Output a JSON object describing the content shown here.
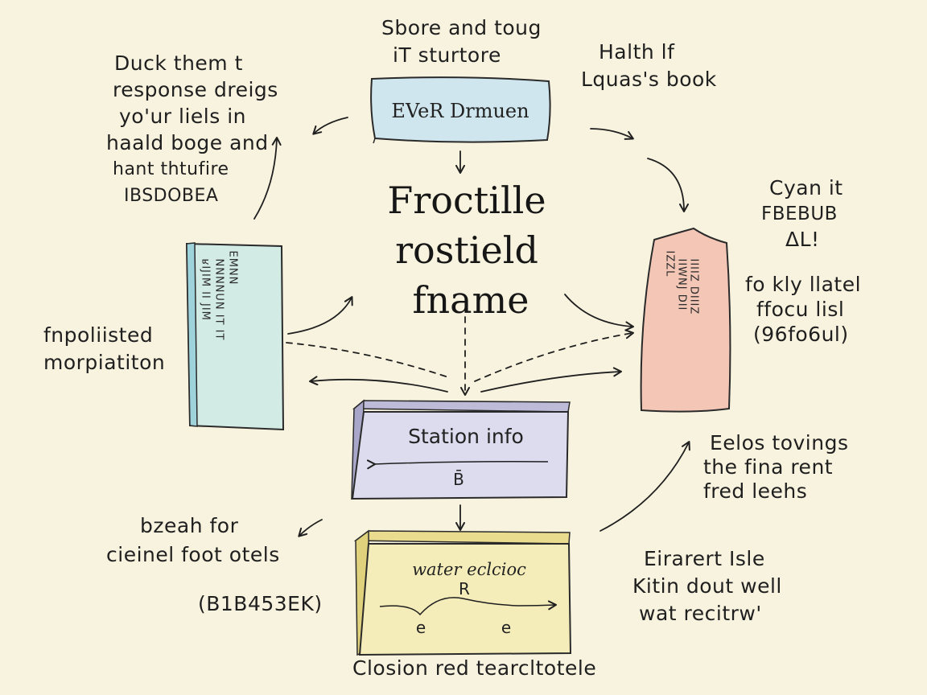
{
  "title_note": [
    "Sbore and toug",
    "iT sturtore"
  ],
  "top_right_note": [
    "Halth lf",
    "Lquas's book"
  ],
  "top_left_note": [
    "Duck them t",
    "response dreigs",
    "yo'ur liels in",
    "haald boge and",
    "hant thtufire",
    "IBSDOBEA"
  ],
  "right_upper_note": [
    "Cyan it",
    "FBEBUB",
    "ΔL!"
  ],
  "right_mid_note": [
    "fo kly llatel",
    "ffocu lisl",
    "(96fo6ul)"
  ],
  "left_mid_note": [
    "fnpoliisted",
    "morpiatiton"
  ],
  "right_lower_note": [
    "Eelos tovings",
    "the fina rent",
    "fred leehs"
  ],
  "left_lower_note": [
    "bzeah for",
    "cieinel foot otels"
  ],
  "left_code_note": "(B1B453EK)",
  "bottom_right_note": [
    "Eirarert Isle",
    "Kitin dout well",
    "wat recitrw'"
  ],
  "bottom_caption": "Closion red tearcltotele",
  "center_title": [
    "Froctille",
    "rostield",
    "fname"
  ],
  "top_box": {
    "label": "EVeR Drmuen",
    "fill": "#cfe6ee"
  },
  "left_panel": {
    "fill": "#d2ebe4",
    "lines": [
      "EMNN",
      "NNNNUN IT IT",
      "ʁIJIM II JIM"
    ]
  },
  "right_panel": {
    "fill": "#f3c6b6",
    "lines": [
      "IZZL",
      "IIWNJ DII",
      "IIIIZ DIIIZ"
    ]
  },
  "station_box": {
    "label": "Station info",
    "marker": "B̄",
    "fill": "#dddcee"
  },
  "water_box": {
    "label": "water eclcioc",
    "markers": [
      "R",
      "e",
      "e"
    ],
    "fill": "#f4edb9"
  },
  "colors": {
    "ink": "#1f1f1f",
    "paper": "#f8f3df"
  }
}
